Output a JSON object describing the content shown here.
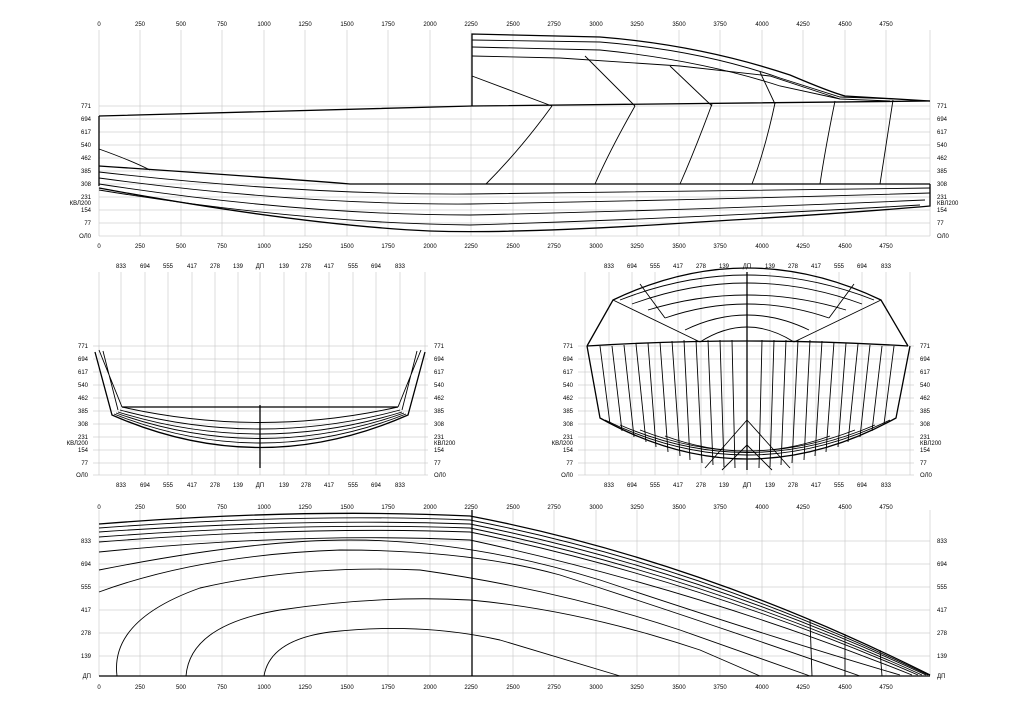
{
  "profile": {
    "x_ticks": [
      "0",
      "250",
      "500",
      "750",
      "1000",
      "1250",
      "1500",
      "1750",
      "2000",
      "2250",
      "2500",
      "2750",
      "3000",
      "3250",
      "3500",
      "3750",
      "4000",
      "4250",
      "4500",
      "4750"
    ],
    "z_ticks": [
      "771",
      "694",
      "617",
      "540",
      "462",
      "385",
      "308",
      "231",
      "КВЛ200",
      "154",
      "77",
      "ОЛ0"
    ]
  },
  "body_plan_left": {
    "y_ticks": [
      "833",
      "694",
      "555",
      "417",
      "278",
      "139",
      "ДП",
      "139",
      "278",
      "417",
      "555",
      "694",
      "833"
    ],
    "z_ticks": [
      "771",
      "694",
      "617",
      "540",
      "462",
      "385",
      "308",
      "231",
      "КВЛ200",
      "154",
      "77",
      "ОЛ0"
    ]
  },
  "body_plan_right": {
    "y_ticks": [
      "833",
      "694",
      "555",
      "417",
      "278",
      "139",
      "ДП",
      "139",
      "278",
      "417",
      "555",
      "694",
      "833"
    ],
    "z_ticks": [
      "771",
      "694",
      "617",
      "540",
      "462",
      "385",
      "308",
      "231",
      "КВЛ200",
      "154",
      "77",
      "ОЛ0"
    ]
  },
  "plan": {
    "x_ticks": [
      "0",
      "250",
      "500",
      "750",
      "1000",
      "1250",
      "1500",
      "1750",
      "2000",
      "2250",
      "2500",
      "2750",
      "3000",
      "3250",
      "3500",
      "3750",
      "4000",
      "4250",
      "4500",
      "4750"
    ],
    "y_ticks": [
      "833",
      "694",
      "555",
      "417",
      "278",
      "139",
      "ДП"
    ]
  }
}
